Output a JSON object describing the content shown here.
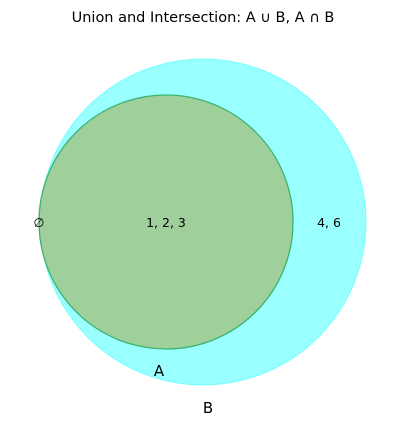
{
  "title": "Union and Intersection: A ∪ B, A ∩ B",
  "sets": {
    "a": {
      "label": "A",
      "color": "#3cb371",
      "fill": "#9fcf9a"
    },
    "b": {
      "label": "B",
      "color": "#00ffff",
      "fill": "#00ffff"
    }
  },
  "regions": {
    "intersection": "1, 2, 3",
    "b_only": "4, 6",
    "a_only": "∅"
  }
}
